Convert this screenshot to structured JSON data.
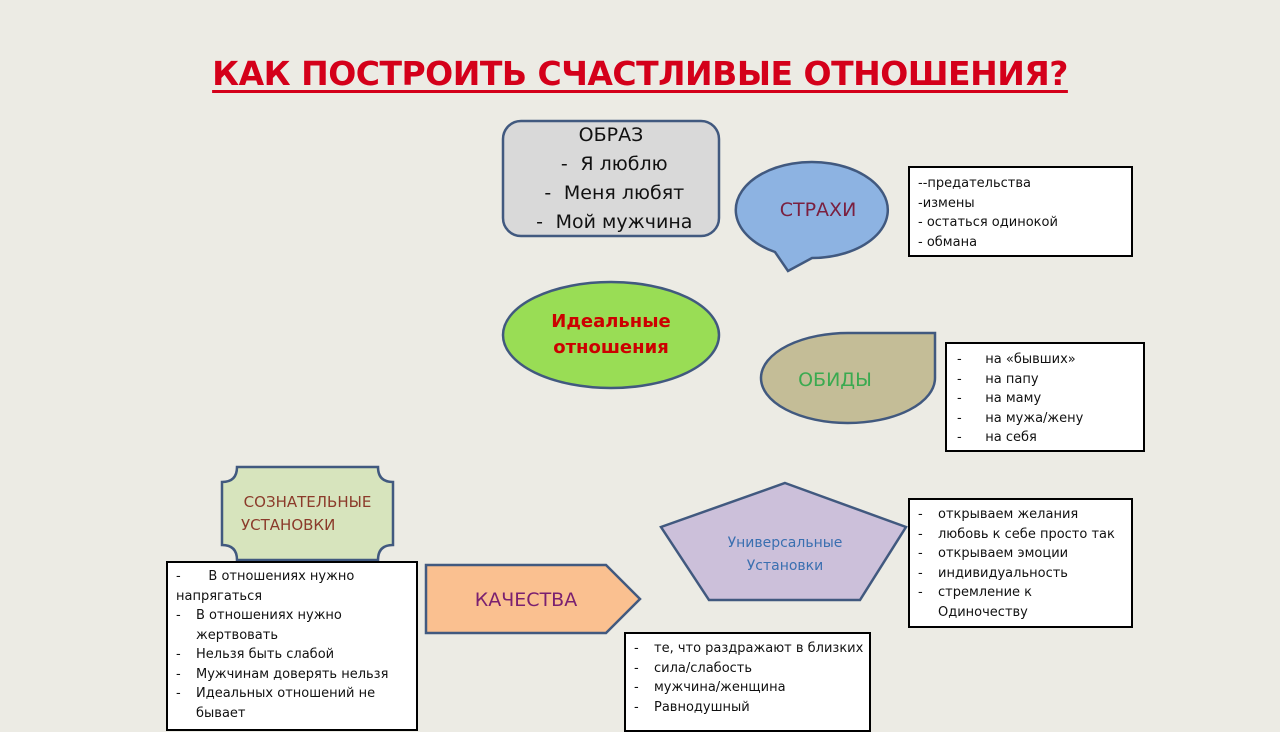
{
  "title": "КАК ПОСТРОИТЬ СЧАСТЛИВЫЕ ОТНОШЕНИЯ?",
  "obraz": {
    "heading": "ОБРАЗ",
    "items": [
      "Я люблю",
      "Меня любят",
      "Мой мужчина"
    ]
  },
  "ideal": {
    "line1": "Идеальные",
    "line2": "отношения"
  },
  "strahi": {
    "label": "СТРАХИ",
    "items": [
      "--предательства",
      "-измены",
      "- остаться одинокой",
      "- обмана"
    ]
  },
  "obidy": {
    "label": "ОБИДЫ",
    "items": [
      "на «бывших»",
      "на папу",
      "на маму",
      "на мужа/жену",
      "на себя"
    ]
  },
  "soznatelnye": {
    "line1": "СОЗНАТЕЛЬНЫЕ",
    "line2": "УСТАНОВКИ",
    "items": [
      "В отношениях нужно",
      "напрягаться",
      "В отношениях нужно",
      "жертвовать",
      "Нельзя быть слабой",
      "Мужчинам доверять нельзя",
      "Идеальных отношений не",
      "бывает"
    ]
  },
  "kachestva": {
    "label": "КАЧЕСТВА",
    "items": [
      "те, что раздражают в близких",
      "сила/слабость",
      "мужчина/женщина",
      "Равнодушный"
    ]
  },
  "universal": {
    "line1": "Универсальные",
    "line2": "Установки",
    "items": [
      "открываем желания",
      "любовь к себе просто так",
      "открываем эмоции",
      "индивидуальность",
      "стремление  к",
      "Одиночеству"
    ]
  },
  "colors": {
    "title": "#d4001a",
    "outline": "#41597f"
  }
}
